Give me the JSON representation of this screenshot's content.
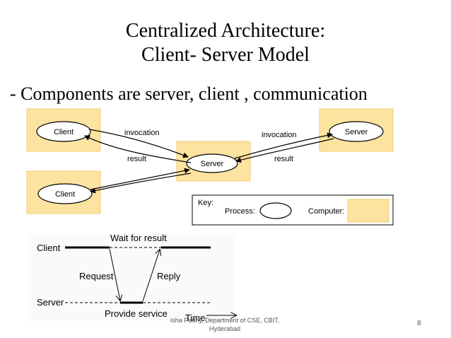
{
  "slide": {
    "title_line1": "Centralized Architecture:",
    "title_line2": "Client- Server Model",
    "bullet": "- Components are server, client , communication",
    "footer_line1": "Isha Padhy, Department of CSE, CBIT,",
    "footer_line2": "Hyderabad",
    "page_number": "8"
  },
  "diagram": {
    "client_label": "Client",
    "server_label": "Server",
    "invocation_label": "invocation",
    "result_label": "result",
    "key_label": "Key:",
    "process_label": "Process:",
    "computer_label": "Computer:",
    "computer_color": "#fde3a0",
    "computer_border": "#f5c97a"
  },
  "timing": {
    "client_label": "Client",
    "server_label": "Server",
    "wait_label": "Wait for result",
    "request_label": "Request",
    "reply_label": "Reply",
    "provide_label": "Provide service",
    "time_label": "Time"
  }
}
